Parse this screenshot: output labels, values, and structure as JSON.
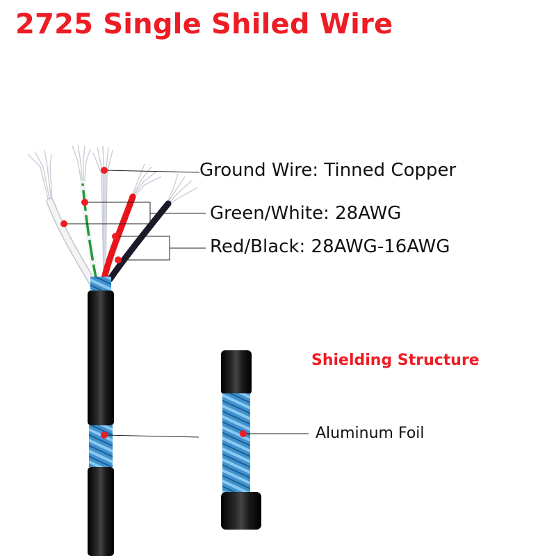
{
  "title": "2725 Single Shiled Wire",
  "labels": {
    "ground_wire": "Ground Wire: Tinned Copper",
    "green_white": "Green/White: 28AWG",
    "red_black": "Red/Black: 28AWG-16AWG",
    "shielding_structure": "Shielding Structure",
    "aluminum_foil": "Aluminum Foil"
  },
  "colors": {
    "title": "#ee1c24",
    "marker_dot": "#ee1c24",
    "jacket": "#111111",
    "foil": "#4a9fd6",
    "wire_red": "#e8141c",
    "wire_green": "#1f9a3a",
    "wire_white": "#f2f2f2",
    "wire_black": "#1a1a2a"
  }
}
